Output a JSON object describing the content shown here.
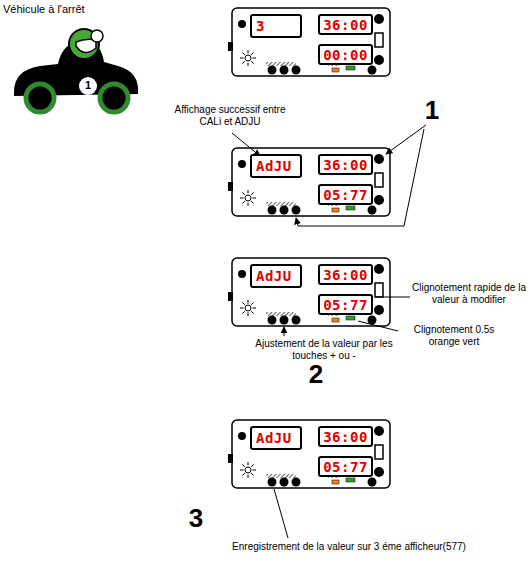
{
  "diagram": {
    "title": "Véhicule à l'arrêt",
    "nodes": [
      {
        "text": [
          "3"
        ]
      },
      {
        "text": [
          "36:00"
        ]
      },
      {
        "text": [
          "00:00"
        ]
      },
      {
        "text": [
          "AdJU"
        ]
      },
      {
        "text": [
          "36:00"
        ]
      },
      {
        "text": [
          "05:77"
        ]
      },
      {
        "text": [
          "AdJU"
        ]
      },
      {
        "text": [
          "36:00"
        ]
      },
      {
        "text": [
          "05:77"
        ]
      },
      {
        "text": [
          "AdJU"
        ]
      },
      {
        "text": [
          "36:00"
        ]
      },
      {
        "text": [
          "05:77"
        ]
      }
    ],
    "labels": [
      "1",
      "Affichage successif entre CALi et ADJU",
      "1",
      "Clignotement rapide de la valeur à modifier",
      "Clignotement 0.5s orange vert",
      "Ajustement de la valeur par les touches + ou -",
      "2",
      "3",
      "Enregistrement de la valeur sur 3 éme afficheur(577)"
    ]
  }
}
